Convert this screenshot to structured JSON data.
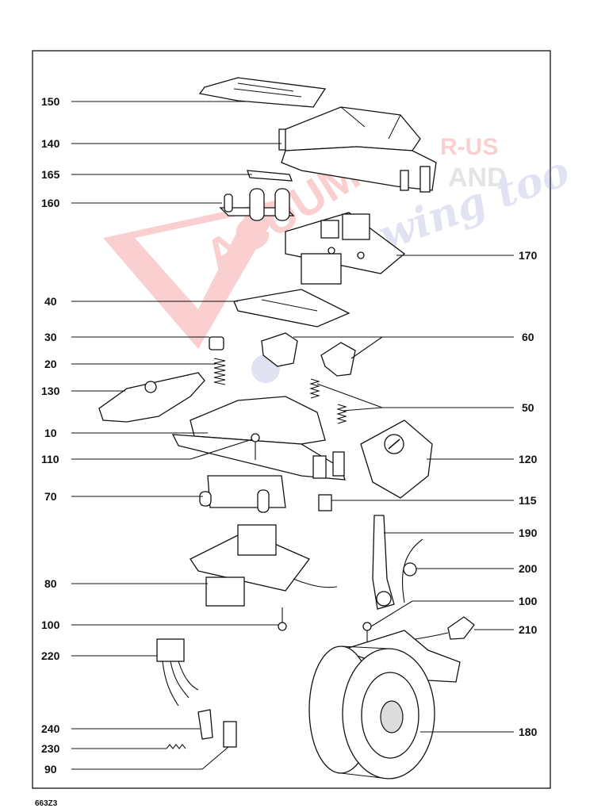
{
  "callouts": {
    "c150": "150",
    "c140": "140",
    "c165": "165",
    "c160": "160",
    "c170": "170",
    "c40": "40",
    "c30": "30",
    "c60": "60",
    "c20": "20",
    "c130": "130",
    "c50": "50",
    "c10": "10",
    "c110": "110",
    "c120": "120",
    "c70": "70",
    "c115": "115",
    "c190": "190",
    "c200": "200",
    "c80": "80",
    "c100a": "100",
    "c100b": "100",
    "c210": "210",
    "c220": "220",
    "c240": "240",
    "c230": "230",
    "c90": "90",
    "c180": "180"
  },
  "watermark": {
    "brand": "ACUUMS",
    "rus": "R-US",
    "and": "AND",
    "tagline": "Sewing too"
  },
  "footer": {
    "doc_number": "663Z3"
  },
  "colors": {
    "ink": "#111111",
    "watermark_red": "#e8302a",
    "watermark_blue": "#7b7fc9"
  }
}
